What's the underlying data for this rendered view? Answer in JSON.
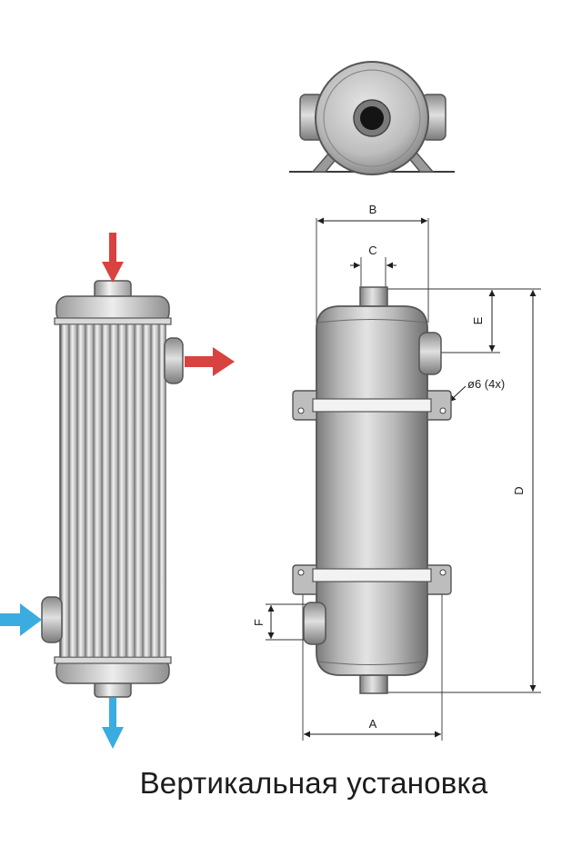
{
  "dimensions": {
    "a": "A",
    "b": "B",
    "c": "C",
    "d": "D",
    "e": "E",
    "f": "F",
    "holes": "ø6 (4x)"
  },
  "caption": "Вертикальная установка",
  "colors": {
    "hot_flow": "#d8423f",
    "cold_flow": "#3aace0",
    "metal": "#a7a7a7",
    "outline": "#5a5a5a"
  }
}
